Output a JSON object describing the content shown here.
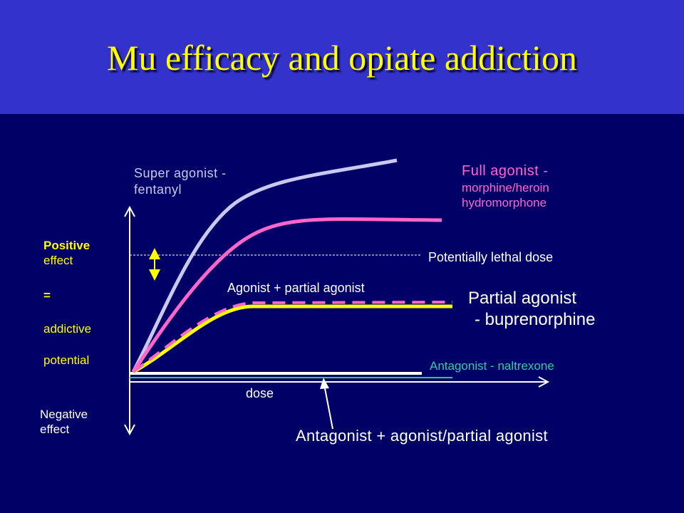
{
  "title": "Mu efficacy and opiate addiction",
  "labels": {
    "super_agonist_1": "Super agonist  -",
    "super_agonist_2": "fentanyl",
    "full_agonist_1": "Full agonist   -",
    "full_agonist_2": "morphine/heroin",
    "full_agonist_3": "hydromorphone",
    "lethal": "Potentially lethal dose",
    "agonist_partial": "Agonist + partial agonist",
    "partial_agonist_1": "Partial agonist",
    "partial_agonist_2": "- buprenorphine",
    "antagonist": "Antagonist - naltrexone",
    "antagonist_combo": "Antagonist + agonist/partial agonist",
    "dose": "dose",
    "positive_1": "Positive",
    "positive_2": "effect",
    "equals": "=",
    "addictive_1": "addictive",
    "addictive_2": "potential",
    "negative_1": "Negative",
    "negative_2": "effect"
  },
  "colors": {
    "background": "#000066",
    "header": "#3333cc",
    "title": "#ffff00",
    "super_agonist": "#c8c8f0",
    "full_agonist": "#ff66cc",
    "partial_agonist": "#ffff00",
    "combo_dashed": "#ff66cc",
    "antagonist": "#ffffff",
    "antagonist_label": "#33ccaa"
  }
}
